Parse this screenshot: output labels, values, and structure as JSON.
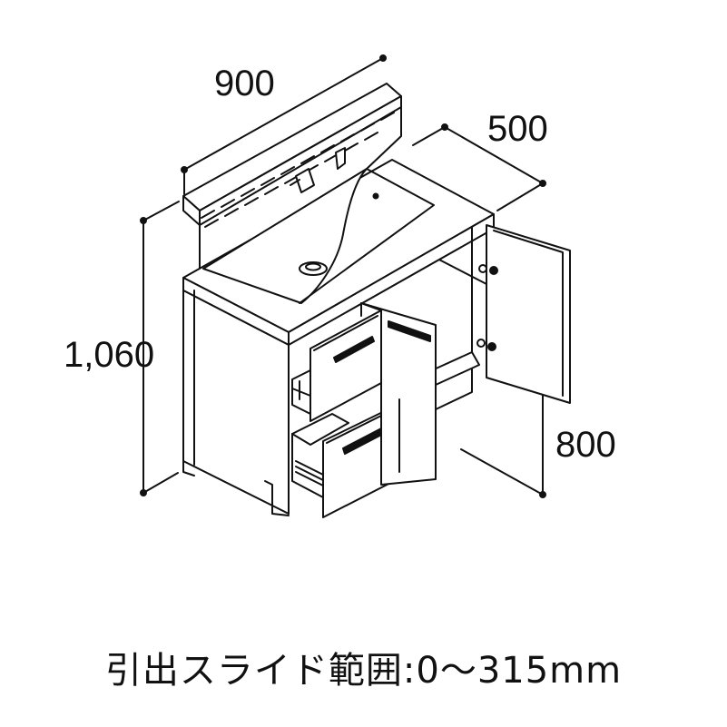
{
  "dimensions": {
    "width": "900",
    "depth": "500",
    "height": "1,060",
    "counter_height": "800"
  },
  "caption": "引出スライド範囲:0～315mm",
  "colors": {
    "line": "#111111",
    "background": "#ffffff"
  }
}
